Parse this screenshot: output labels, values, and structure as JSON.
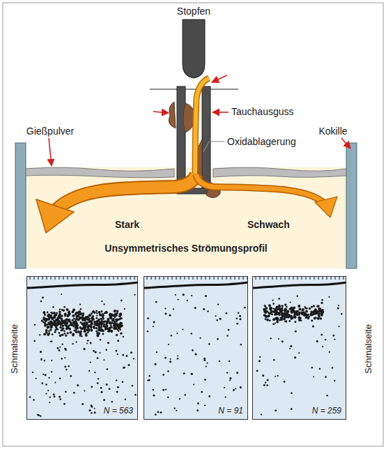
{
  "diagram": {
    "nodes": [
      {
        "text": [
          "Stark",
          "Schwach",
          "Unsymmetrisches Strömungsprofil"
        ]
      },
      {
        "text": [
          "N = 563"
        ]
      },
      {
        "text": [
          "N = 91"
        ]
      },
      {
        "text": [
          "N = 259"
        ]
      }
    ],
    "labels": [
      "Stopfen",
      "Gießpulver",
      "Kokille",
      "Tauchausguss",
      "Oxidablagerung",
      "Schmalseite",
      "Schmalseite"
    ]
  }
}
